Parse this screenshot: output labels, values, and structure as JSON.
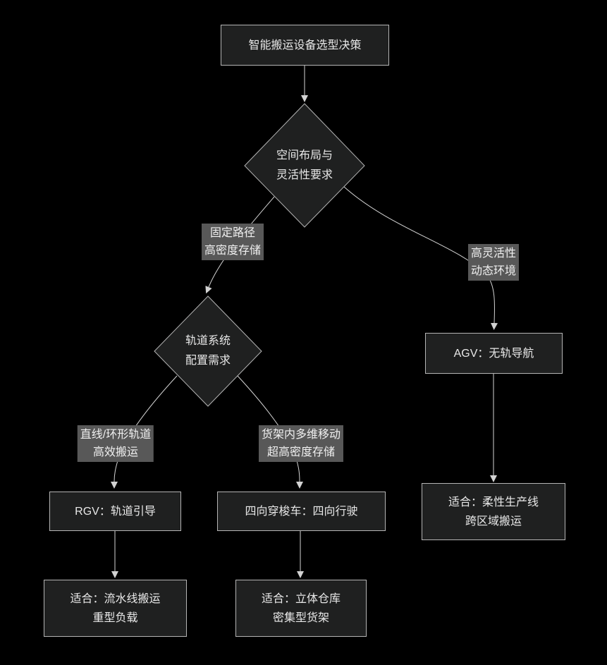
{
  "diagram": {
    "background": "#000000",
    "colors": {
      "node_fill": "#1f2020",
      "node_border": "#b5b5b5",
      "node_text": "#e8e8e8",
      "edge_line": "#d3d3d3",
      "edge_label_bg": "#585858",
      "edge_label_text": "#f0f0f0"
    },
    "nodes": {
      "root": {
        "label": "智能搬运设备选型决策"
      },
      "decision_layout": {
        "label": "空间布局与\n灵活性要求"
      },
      "decision_track": {
        "label": "轨道系统\n配置需求"
      },
      "agv": {
        "label": "AGV：无轨导航"
      },
      "rgv": {
        "label": "RGV：轨道引导"
      },
      "shuttle": {
        "label": "四向穿梭车：四向行驶"
      },
      "agv_result": {
        "label": "适合：柔性生产线\n跨区域搬运"
      },
      "rgv_result": {
        "label": "适合：流水线搬运\n重型负载"
      },
      "shuttle_result": {
        "label": "适合：立体仓库\n密集型货架"
      }
    },
    "edge_labels": {
      "fixed_path": "固定路径\n高密度存储",
      "high_flexibility": "高灵活性\n动态环境",
      "linear_track": "直线/环形轨道\n高效搬运",
      "multi_dimensional": "货架内多维移动\n超高密度存储"
    }
  }
}
